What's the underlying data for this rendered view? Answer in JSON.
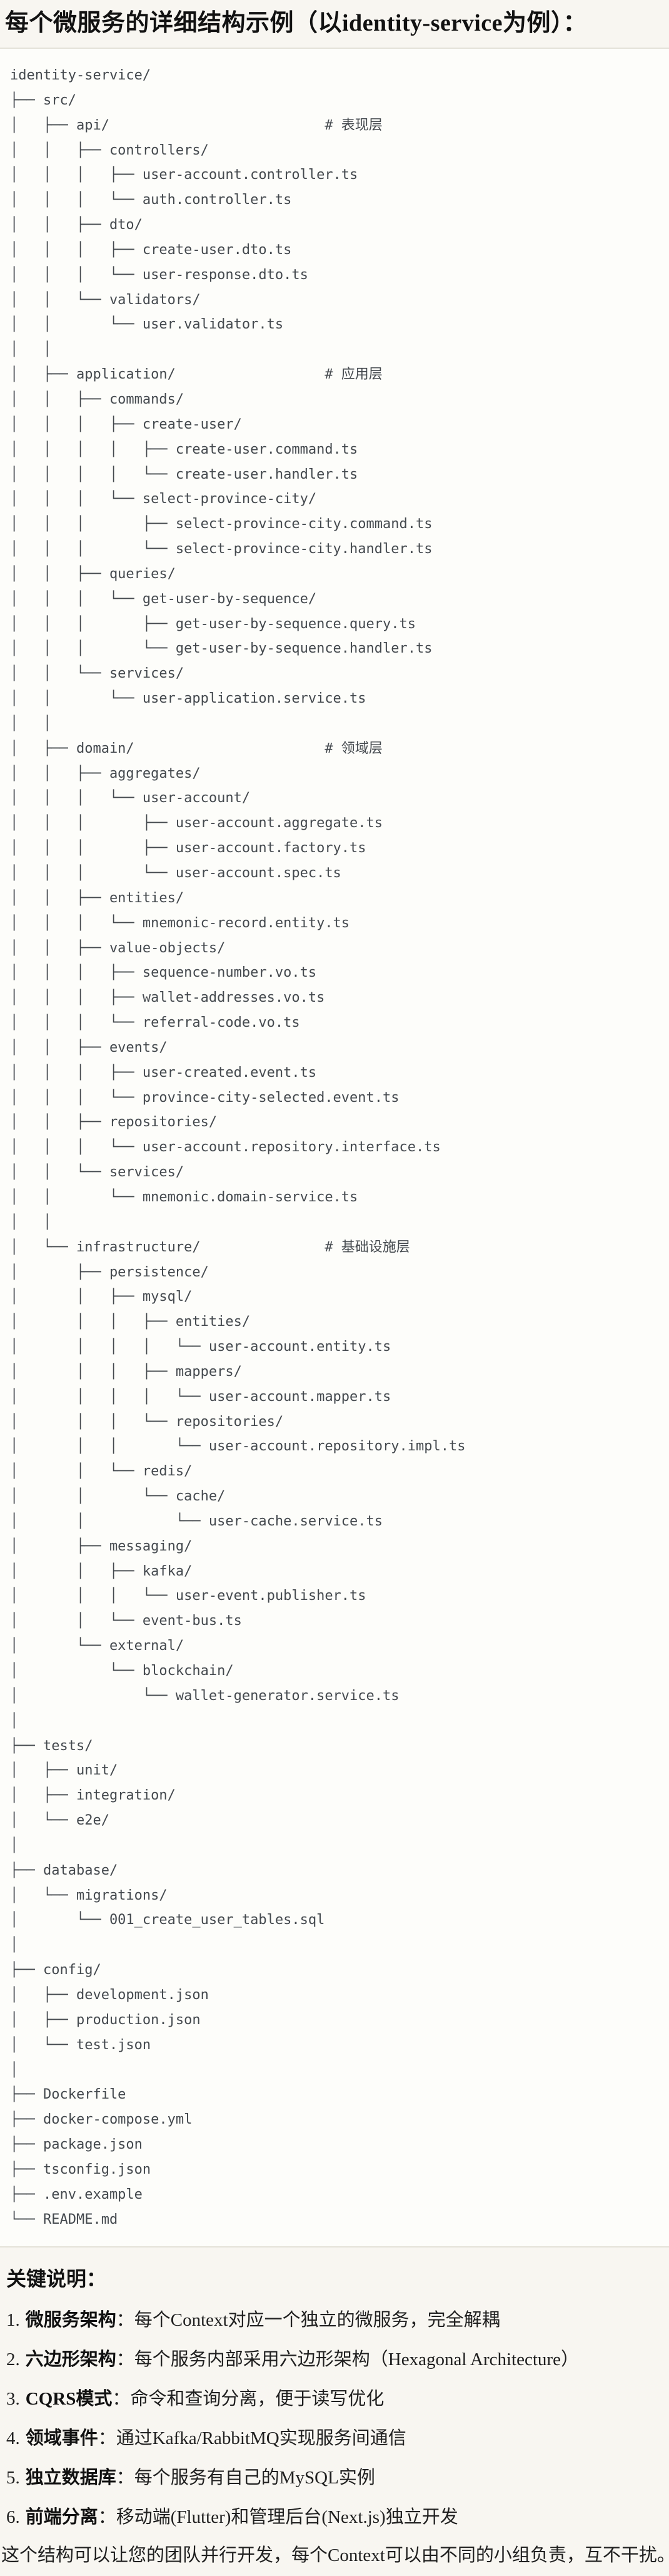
{
  "title": "每个微服务的详细结构示例（以identity-service为例）：",
  "code_block": {
    "lines": [
      "identity-service/",
      "├── src/",
      "│   ├── api/                          # 表现层",
      "│   │   ├── controllers/",
      "│   │   │   ├── user-account.controller.ts",
      "│   │   │   └── auth.controller.ts",
      "│   │   ├── dto/",
      "│   │   │   ├── create-user.dto.ts",
      "│   │   │   └── user-response.dto.ts",
      "│   │   └── validators/",
      "│   │       └── user.validator.ts",
      "│   │",
      "│   ├── application/                  # 应用层",
      "│   │   ├── commands/",
      "│   │   │   ├── create-user/",
      "│   │   │   │   ├── create-user.command.ts",
      "│   │   │   │   └── create-user.handler.ts",
      "│   │   │   └── select-province-city/",
      "│   │   │       ├── select-province-city.command.ts",
      "│   │   │       └── select-province-city.handler.ts",
      "│   │   ├── queries/",
      "│   │   │   └── get-user-by-sequence/",
      "│   │   │       ├── get-user-by-sequence.query.ts",
      "│   │   │       └── get-user-by-sequence.handler.ts",
      "│   │   └── services/",
      "│   │       └── user-application.service.ts",
      "│   │",
      "│   ├── domain/                       # 领域层",
      "│   │   ├── aggregates/",
      "│   │   │   └── user-account/",
      "│   │   │       ├── user-account.aggregate.ts",
      "│   │   │       ├── user-account.factory.ts",
      "│   │   │       └── user-account.spec.ts",
      "│   │   ├── entities/",
      "│   │   │   └── mnemonic-record.entity.ts",
      "│   │   ├── value-objects/",
      "│   │   │   ├── sequence-number.vo.ts",
      "│   │   │   ├── wallet-addresses.vo.ts",
      "│   │   │   └── referral-code.vo.ts",
      "│   │   ├── events/",
      "│   │   │   ├── user-created.event.ts",
      "│   │   │   └── province-city-selected.event.ts",
      "│   │   ├── repositories/",
      "│   │   │   └── user-account.repository.interface.ts",
      "│   │   └── services/",
      "│   │       └── mnemonic.domain-service.ts",
      "│   │",
      "│   └── infrastructure/               # 基础设施层",
      "│       ├── persistence/",
      "│       │   ├── mysql/",
      "│       │   │   ├── entities/",
      "│       │   │   │   └── user-account.entity.ts",
      "│       │   │   ├── mappers/",
      "│       │   │   │   └── user-account.mapper.ts",
      "│       │   │   └── repositories/",
      "│       │   │       └── user-account.repository.impl.ts",
      "│       │   └── redis/",
      "│       │       └── cache/",
      "│       │           └── user-cache.service.ts",
      "│       ├── messaging/",
      "│       │   ├── kafka/",
      "│       │   │   └── user-event.publisher.ts",
      "│       │   └── event-bus.ts",
      "│       └── external/",
      "│           └── blockchain/",
      "│               └── wallet-generator.service.ts",
      "│",
      "├── tests/",
      "│   ├── unit/",
      "│   ├── integration/",
      "│   └── e2e/",
      "│",
      "├── database/",
      "│   └── migrations/",
      "│       └── 001_create_user_tables.sql",
      "│",
      "├── config/",
      "│   ├── development.json",
      "│   ├── production.json",
      "│   └── test.json",
      "│",
      "├── Dockerfile",
      "├── docker-compose.yml",
      "├── package.json",
      "├── tsconfig.json",
      "├── .env.example",
      "└── README.md"
    ],
    "layer_comments": [
      {
        "path": "src/api/",
        "comment": "# 表现层"
      },
      {
        "path": "src/application/",
        "comment": "# 应用层"
      },
      {
        "path": "src/domain/",
        "comment": "# 领域层"
      },
      {
        "path": "src/infrastructure/",
        "comment": "# 基础设施层"
      }
    ]
  },
  "footer": {
    "heading": "关键说明：",
    "items": [
      {
        "num": "1.",
        "term": "微服务架构",
        "text": "：每个Context对应一个独立的微服务，完全解耦"
      },
      {
        "num": "2.",
        "term": "六边形架构",
        "text": "：每个服务内部采用六边形架构（Hexagonal Architecture）"
      },
      {
        "num": "3.",
        "term": "CQRS模式",
        "text": "：命令和查询分离，便于读写优化"
      },
      {
        "num": "4.",
        "term": "领域事件",
        "text": "：通过Kafka/RabbitMQ实现服务间通信"
      },
      {
        "num": "5.",
        "term": "独立数据库",
        "text": "：每个服务有自己的MySQL实例"
      },
      {
        "num": "6.",
        "term": "前端分离",
        "text": "：移动端(Flutter)和管理后台(Next.js)独立开发"
      }
    ],
    "closing": "这个结构可以让您的团队并行开发，每个Context可以由不同的小组负责，互不干扰。"
  }
}
